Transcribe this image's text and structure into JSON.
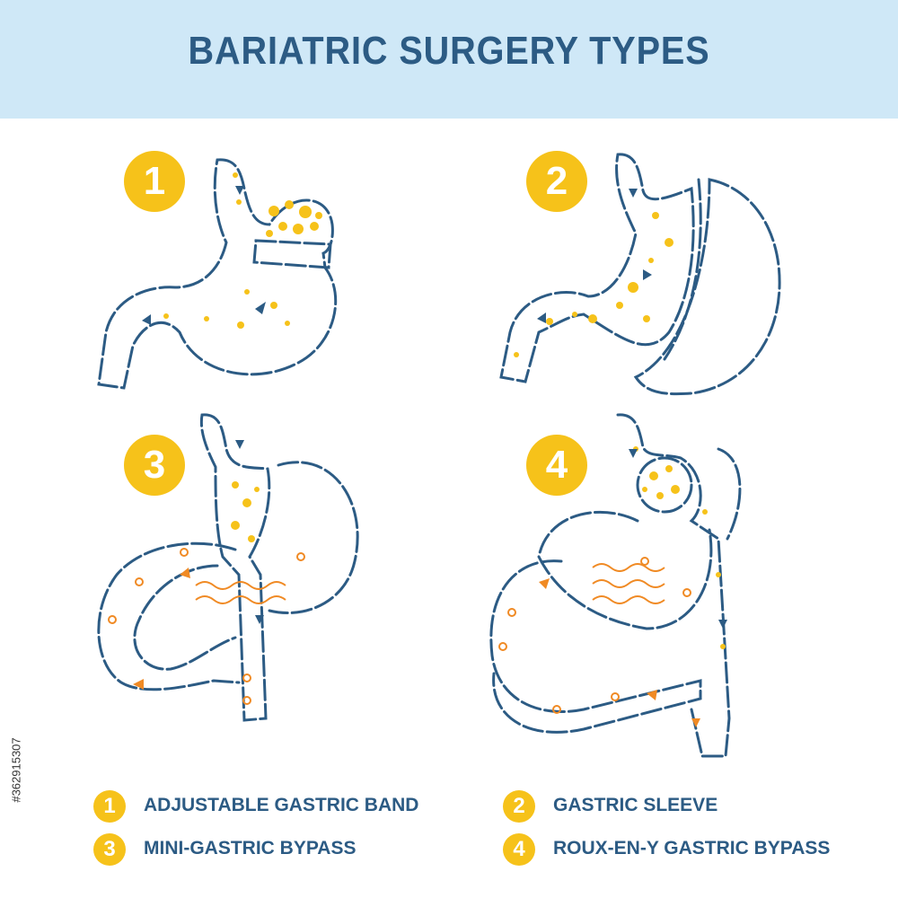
{
  "title": "BARIATRIC SURGERY TYPES",
  "watermark": "#362915307",
  "colors": {
    "header_bg": "#cfe8f7",
    "title": "#2c5b84",
    "badge": "#f6c21a",
    "outline": "#2c5b84",
    "accent_orange": "#f08a24"
  },
  "figures": [
    {
      "number": "1"
    },
    {
      "number": "2"
    },
    {
      "number": "3"
    },
    {
      "number": "4"
    }
  ],
  "legend": [
    {
      "number": "1",
      "label": "ADJUSTABLE GASTRIC BAND"
    },
    {
      "number": "2",
      "label": "GASTRIC SLEEVE"
    },
    {
      "number": "3",
      "label": "MINI-GASTRIC BYPASS"
    },
    {
      "number": "4",
      "label": "ROUX-EN-Y GASTRIC BYPASS"
    }
  ]
}
